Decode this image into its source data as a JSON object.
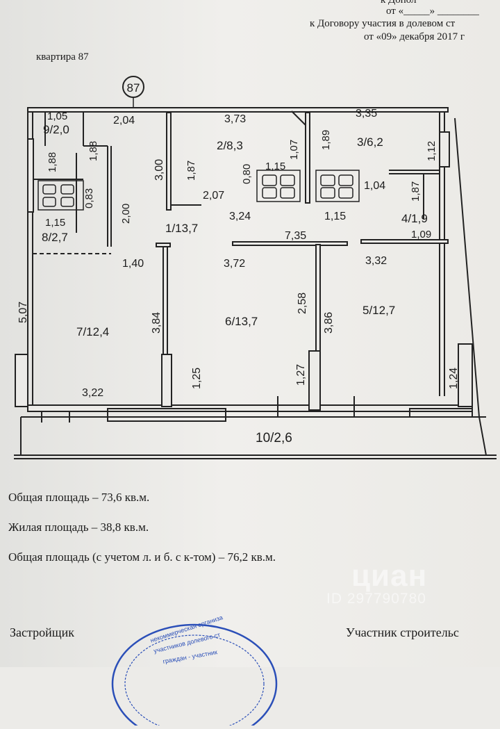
{
  "header": {
    "line1": "к Допол",
    "line2": "от «_____» ________",
    "line3": "к Договору участия в долевом ст",
    "line4": "от «09» декабря 2017 г"
  },
  "apartment_label": "квартира 87",
  "apartment_number": "87",
  "plan": {
    "dims": {
      "d105": "1,05",
      "d204": "2,04",
      "d373": "3,73",
      "d335": "3,35",
      "d188a": "1,88",
      "d188b": "1,88",
      "d107": "1,07",
      "d189": "1,89",
      "d112": "1,12",
      "d300": "3,00",
      "d187a": "1,87",
      "d080": "0,80",
      "d115a": "1,15",
      "d104": "1,04",
      "d187b": "1,87",
      "d083": "0,83",
      "d200": "2,00",
      "d207": "2,07",
      "d115b": "1,15",
      "d324": "3,24",
      "d115c": "1,15",
      "d735": "7,35",
      "d109": "1,09",
      "d140": "1,40",
      "d372": "3,72",
      "d332": "3,32",
      "d507": "5,07",
      "d384": "3,84",
      "d258": "2,58",
      "d386": "3,86",
      "d125": "1,25",
      "d127": "1,27",
      "d124": "1,24",
      "d322": "3,22"
    },
    "rooms": {
      "r9": "9/2,0",
      "r2": "2/8,3",
      "r3": "3/6,2",
      "r8": "8/2,7",
      "r1": "1/13,7",
      "r4": "4/1,9",
      "r7": "7/12,4",
      "r6": "6/13,7",
      "r5": "5/12,7",
      "r10": "10/2,6"
    }
  },
  "areas": {
    "total": "Общая площадь – 73,6 кв.м.",
    "living": "Жилая площадь – 38,8 кв.м.",
    "total_with": "Общая площадь (с учетом л. и б. с к-том) – 76,2 кв.м."
  },
  "signatures": {
    "developer": "Застройщик",
    "participant": "Участник строительс"
  },
  "watermark": {
    "brand": "циан",
    "id": "ID 297790780"
  },
  "stamp": {
    "line1": "некоммерческая организа",
    "line2": "участников долевого ст",
    "line3": "граждан - участник"
  },
  "colors": {
    "ink": "#1c1c1c",
    "stamp": "#2b4fb8"
  }
}
